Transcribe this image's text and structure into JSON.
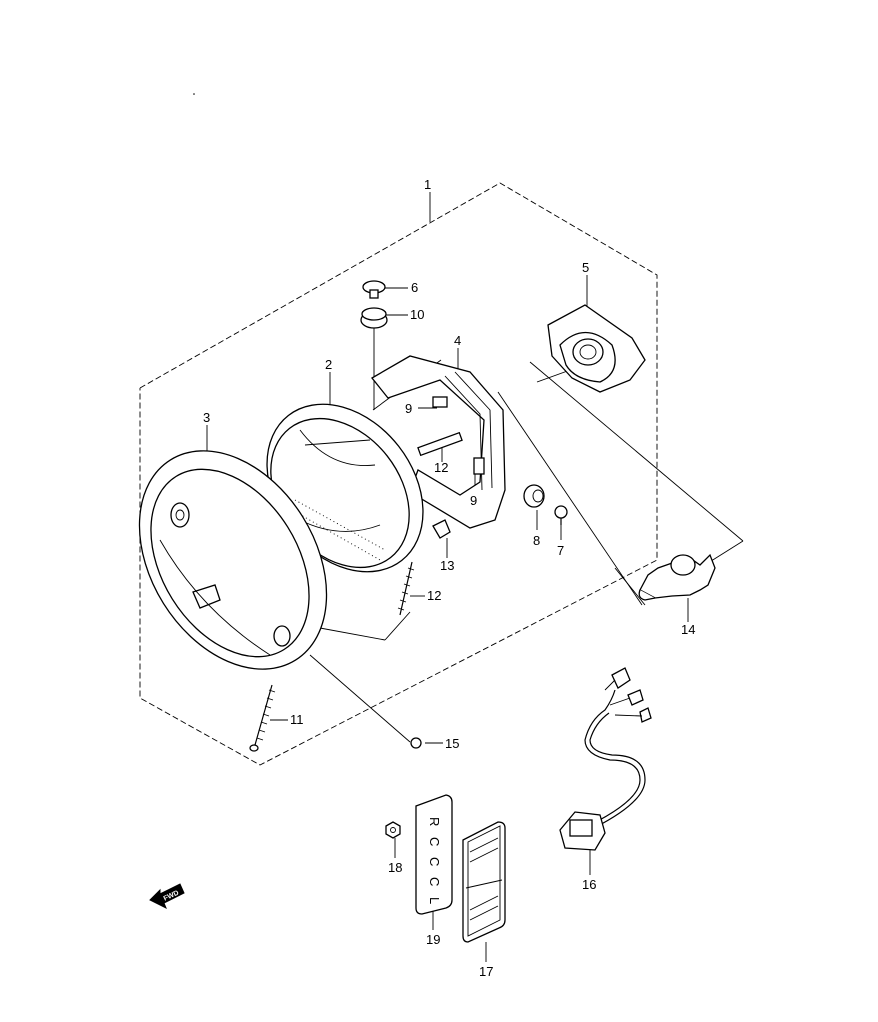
{
  "diagram": {
    "callouts": {
      "c1": "1",
      "c2": "2",
      "c3": "3",
      "c4": "4",
      "c5": "5",
      "c6": "6",
      "c7": "7",
      "c8": "8",
      "c9a": "9",
      "c9b": "9",
      "c10": "10",
      "c11": "11",
      "c12a": "12",
      "c12b": "12",
      "c13": "13",
      "c14": "14",
      "c15": "15",
      "c16": "16",
      "c17": "17",
      "c18": "18",
      "c19": "19"
    },
    "fwd_label": "FWD",
    "reflector_marks": [
      "R",
      "C",
      "C",
      "C",
      "L"
    ]
  }
}
